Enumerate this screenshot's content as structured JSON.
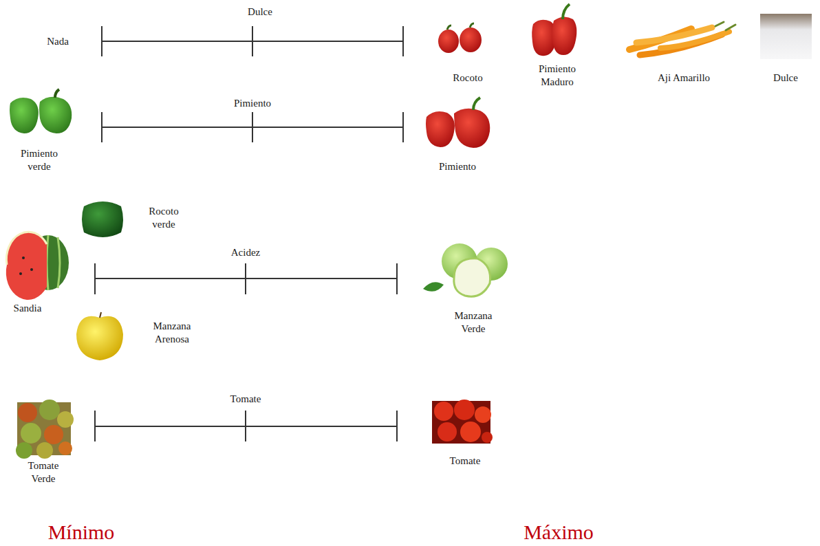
{
  "diagram": {
    "labels": [
      "Dulce",
      "Nada",
      "Rocoto",
      "Pimiento Maduro",
      "Aji Amarillo",
      "Dulce",
      "Pimiento",
      "Pimiento verde",
      "Pimiento",
      "Rocoto verde",
      "Acidez",
      "Sandia",
      "Manzana Arenosa",
      "Manzana Verde",
      "Tomate",
      "Tomate Verde",
      "Tomate",
      "Mínimo",
      "Máximo"
    ]
  }
}
